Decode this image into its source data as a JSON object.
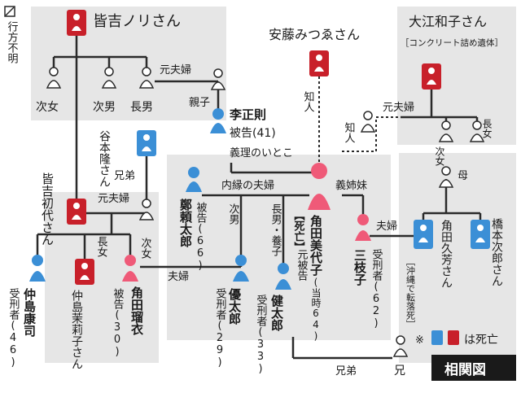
{
  "legend_missing": "行方不明",
  "legend_deceased": "は死亡",
  "legend_mark": "※",
  "title": "相関図",
  "people": {
    "minakichi_nori": "皆吉ノリさん",
    "ando": "安藤みつゑさん",
    "oe": "大江和子さん",
    "oe_note": "［コンクリート詰め遺体］",
    "tanimoto": "谷本隆さん",
    "lee": "李正則",
    "lee_role": "被告(41)",
    "minakichi_hatsuyo": "皆吉初代さん",
    "tei": "鄭頼太郎",
    "tei_role": "被告(66)",
    "sumida_miyoko_status": "【死亡】",
    "sumida_miyoko": "角田美代子",
    "sumida_miyoko_role": "元被告",
    "sumida_miyoko_age": "(当時64)",
    "mieko": "三枝子",
    "mieko_role": "受刑者(62)",
    "sumida_hisayoshi": "角田久芳さん",
    "sumida_hisayoshi_note": "［沖縄で転落死］",
    "hashimoto": "橋本次郎さん",
    "nakajima_yasushi": "仲島康司",
    "nakajima_yasushi_role": "受刑者(46)",
    "nakajima_mariko": "仲島茉莉子さん",
    "sumida_rui": "角田瑠衣",
    "sumida_rui_role": "被告(30)",
    "yutaro": "優太郎",
    "yutaro_role": "受刑者(29)",
    "kentaro": "健太郎",
    "kentaro_role": "受刑者(33)",
    "ani": "兄"
  },
  "relations": {
    "ex_couple_1": "元夫婦",
    "jinan": "次女",
    "jinan_m": "次男",
    "chonan": "長男",
    "oyako": "親子",
    "chiji_1": "知人",
    "chiji_2": "知人",
    "ex_couple_2": "元夫婦",
    "oe_jijo": "次女",
    "oe_chojo": "長女",
    "kyodai": "兄弟",
    "giri_itoko": "義理のいとこ",
    "naien": "内縁の夫婦",
    "gishimai": "義姉妹",
    "ex_couple_3": "元夫婦",
    "chojo": "長女",
    "jijo": "次女",
    "tei_jinan": "次男",
    "chonan_yoshi": "長男・養子",
    "fufu_1": "夫婦",
    "fufu_2": "夫婦",
    "haha": "母",
    "kyodai_2": "兄弟"
  },
  "colors": {
    "panel": "#e6e6e6",
    "deceased_red": "#c8202a",
    "blue": "#3b8fd6",
    "pink": "#ef5a78",
    "line": "#2a2a2a"
  }
}
